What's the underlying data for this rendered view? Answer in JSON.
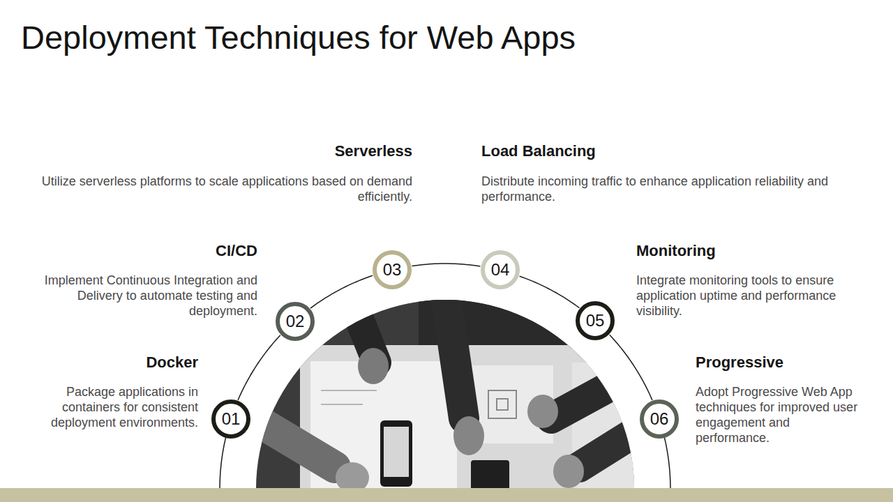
{
  "diagram": {
    "title": "Deployment Techniques for Web Apps",
    "nodes": [
      {
        "text": [
          "01"
        ]
      },
      {
        "text": [
          "02"
        ]
      },
      {
        "text": [
          "03"
        ]
      },
      {
        "text": [
          "04"
        ]
      },
      {
        "text": [
          "05"
        ]
      },
      {
        "text": [
          "06"
        ]
      }
    ],
    "edges": [
      {
        "from": 0,
        "to": 1,
        "arrow": "none"
      },
      {
        "from": 1,
        "to": 2,
        "arrow": "none"
      },
      {
        "from": 2,
        "to": 3,
        "arrow": "none"
      },
      {
        "from": 3,
        "to": 4,
        "arrow": "none"
      },
      {
        "from": 4,
        "to": 5,
        "arrow": "none"
      }
    ],
    "labels": [
      "Serverless",
      "Utilize serverless platforms to scale applications based on demand efficiently.",
      "Load Balancing",
      "Distribute incoming traffic to enhance application reliability and performance.",
      "CI/CD",
      "Implement Continuous Integration and Delivery to automate testing and deployment.",
      "Monitoring",
      "Integrate monitoring tools to ensure application uptime and performance visibility.",
      "Docker",
      "Package applications in containers for consistent deployment environments.",
      "Progressive",
      "Adopt Progressive Web App techniques for improved user engagement and performance."
    ]
  }
}
